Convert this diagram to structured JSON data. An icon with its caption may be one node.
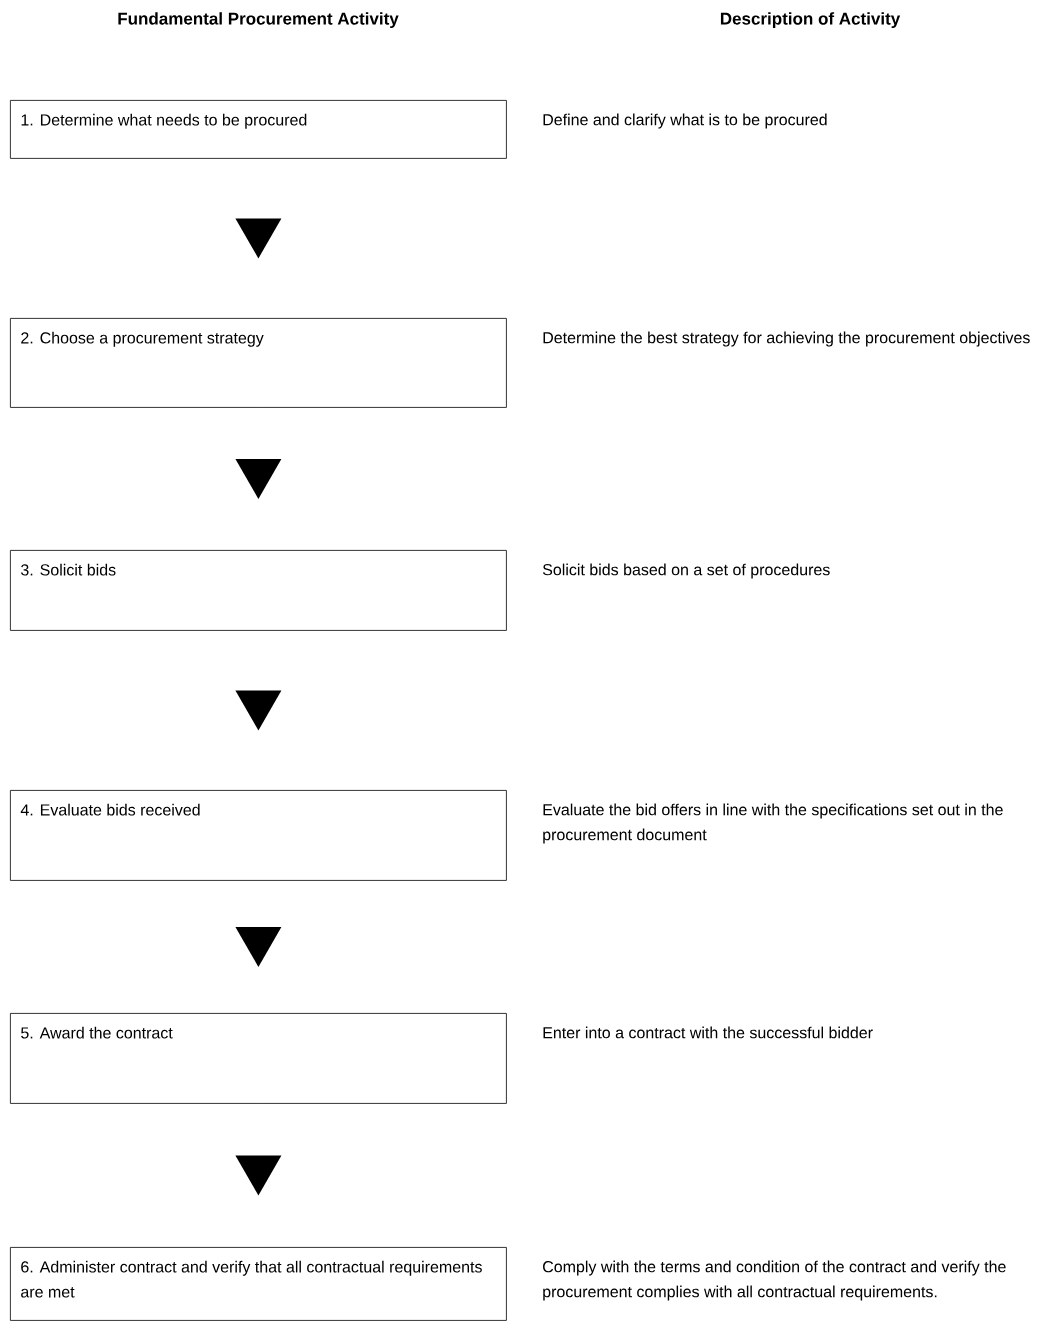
{
  "diagram": {
    "nodes": [
      {
        "text": [
          "1. Determine what needs to be procured"
        ],
        "beside": [
          "Define and clarify what is to be procured"
        ]
      },
      {
        "text": [
          "2. Choose a procurement strategy"
        ],
        "beside": [
          "Determine the best strategy for achieving the procurement objectives"
        ]
      },
      {
        "text": [
          "3. Solicit bids"
        ],
        "beside": [
          "Solicit bids based on a set of procedures"
        ]
      },
      {
        "text": [
          "4. Evaluate bids received"
        ],
        "beside": [
          "Evaluate the bid offers in line with the specifications set out in the procurement document"
        ]
      },
      {
        "text": [
          "5. Award the contract"
        ],
        "beside": [
          "Enter into a contract with the successful bidder"
        ]
      },
      {
        "text": [
          "6. Administer contract and verify that all contractual requirements are met"
        ],
        "beside": [
          "Comply with the terms and condition of the contract and verify the procurement complies with all contractual requirements."
        ]
      }
    ],
    "edges": [
      {
        "from": 0,
        "to": 1,
        "arrow": "to"
      },
      {
        "from": 1,
        "to": 2,
        "arrow": "to"
      },
      {
        "from": 2,
        "to": 3,
        "arrow": "to"
      },
      {
        "from": 3,
        "to": 4,
        "arrow": "to"
      },
      {
        "from": 4,
        "to": 5,
        "arrow": "to"
      }
    ],
    "labels": [
      "Fundamental Procurement Activity",
      "Description of Activity"
    ]
  }
}
